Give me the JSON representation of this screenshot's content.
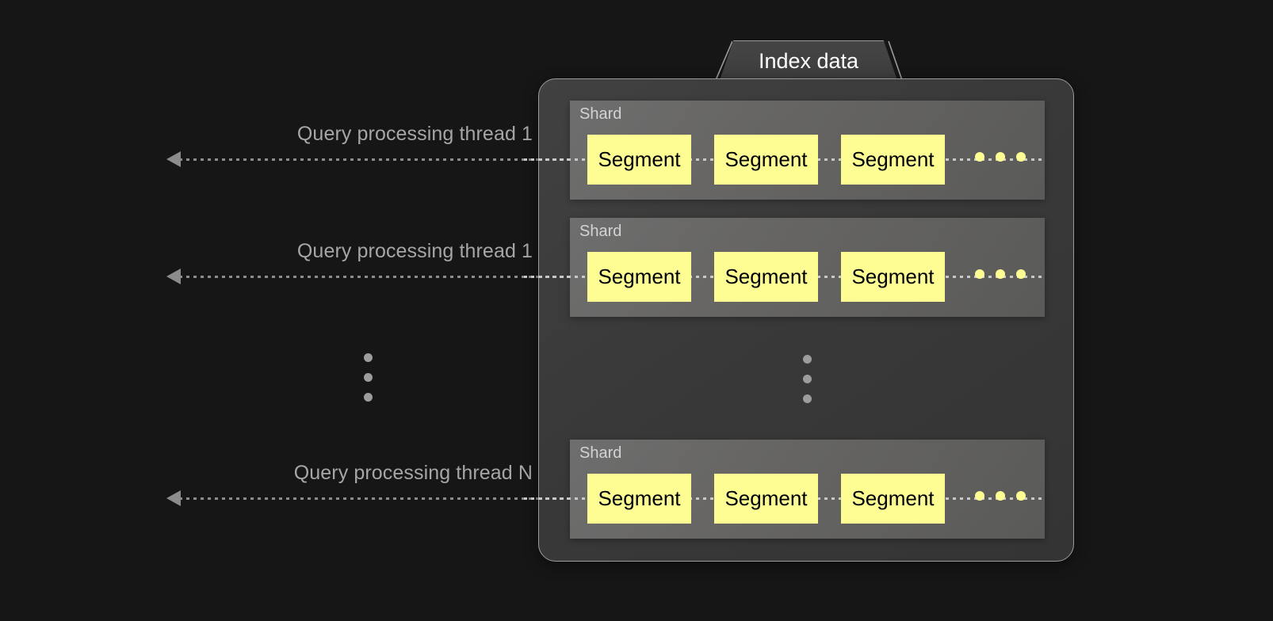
{
  "diagram": {
    "title": "Index data",
    "background_color": "#161616",
    "container": {
      "label": "Index data",
      "fill_color": "#393939",
      "border_color": "#9b9b9b"
    },
    "threads": [
      {
        "label": "Query processing thread 1",
        "arrow_direction": "left",
        "line_style": "dotted"
      },
      {
        "label": "Query processing thread 1",
        "arrow_direction": "left",
        "line_style": "dotted"
      },
      {
        "label": "Query processing thread N",
        "arrow_direction": "left",
        "line_style": "dotted"
      }
    ],
    "thread_ellipsis": {
      "dots": 3,
      "orientation": "vertical",
      "color": "#9d9d9d"
    },
    "shard_ellipsis": {
      "dots": 3,
      "orientation": "vertical",
      "color": "#9d9d9d"
    },
    "shards": [
      {
        "label": "Shard",
        "fill_color": "#666563",
        "segments": [
          {
            "label": "Segment",
            "fill_color": "#fdfd94",
            "text_color": "#000000"
          },
          {
            "label": "Segment",
            "fill_color": "#fdfd94",
            "text_color": "#000000"
          },
          {
            "label": "Segment",
            "fill_color": "#fdfd94",
            "text_color": "#000000"
          }
        ],
        "more_segments_dots": 3
      },
      {
        "label": "Shard",
        "fill_color": "#666563",
        "segments": [
          {
            "label": "Segment",
            "fill_color": "#fdfd94",
            "text_color": "#000000"
          },
          {
            "label": "Segment",
            "fill_color": "#fdfd94",
            "text_color": "#000000"
          },
          {
            "label": "Segment",
            "fill_color": "#fdfd94",
            "text_color": "#000000"
          }
        ],
        "more_segments_dots": 3
      },
      {
        "label": "Shard",
        "fill_color": "#666563",
        "segments": [
          {
            "label": "Segment",
            "fill_color": "#fdfd94",
            "text_color": "#000000"
          },
          {
            "label": "Segment",
            "fill_color": "#fdfd94",
            "text_color": "#000000"
          },
          {
            "label": "Segment",
            "fill_color": "#fdfd94",
            "text_color": "#000000"
          }
        ],
        "more_segments_dots": 3
      }
    ]
  }
}
